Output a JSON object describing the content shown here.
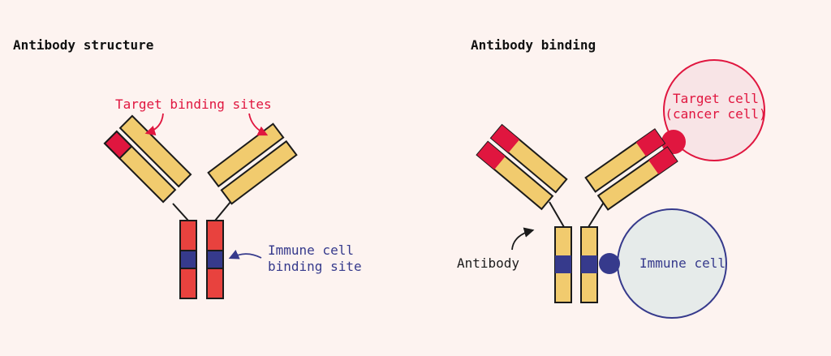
{
  "left_panel": {
    "title": "Antibody structure",
    "label_target_sites": "Target binding sites",
    "label_immune_site_line1": "Immune cell",
    "label_immune_site_line2": "binding site"
  },
  "right_panel": {
    "title": "Antibody binding",
    "label_antibody": "Antibody",
    "target_cell_line1": "Target cell",
    "target_cell_line2": "(cancer cell)",
    "immune_cell_label": "Immune cell"
  },
  "colors": {
    "background": "#fdf3f0",
    "gold": "#f1cb6e",
    "red_chain": "#e8423e",
    "crimson": "#e0163f",
    "navy": "#363a8c",
    "target_cell_fill": "#f8e4e6",
    "immune_cell_fill": "#e6ebea",
    "outline": "#1b1b1b"
  }
}
